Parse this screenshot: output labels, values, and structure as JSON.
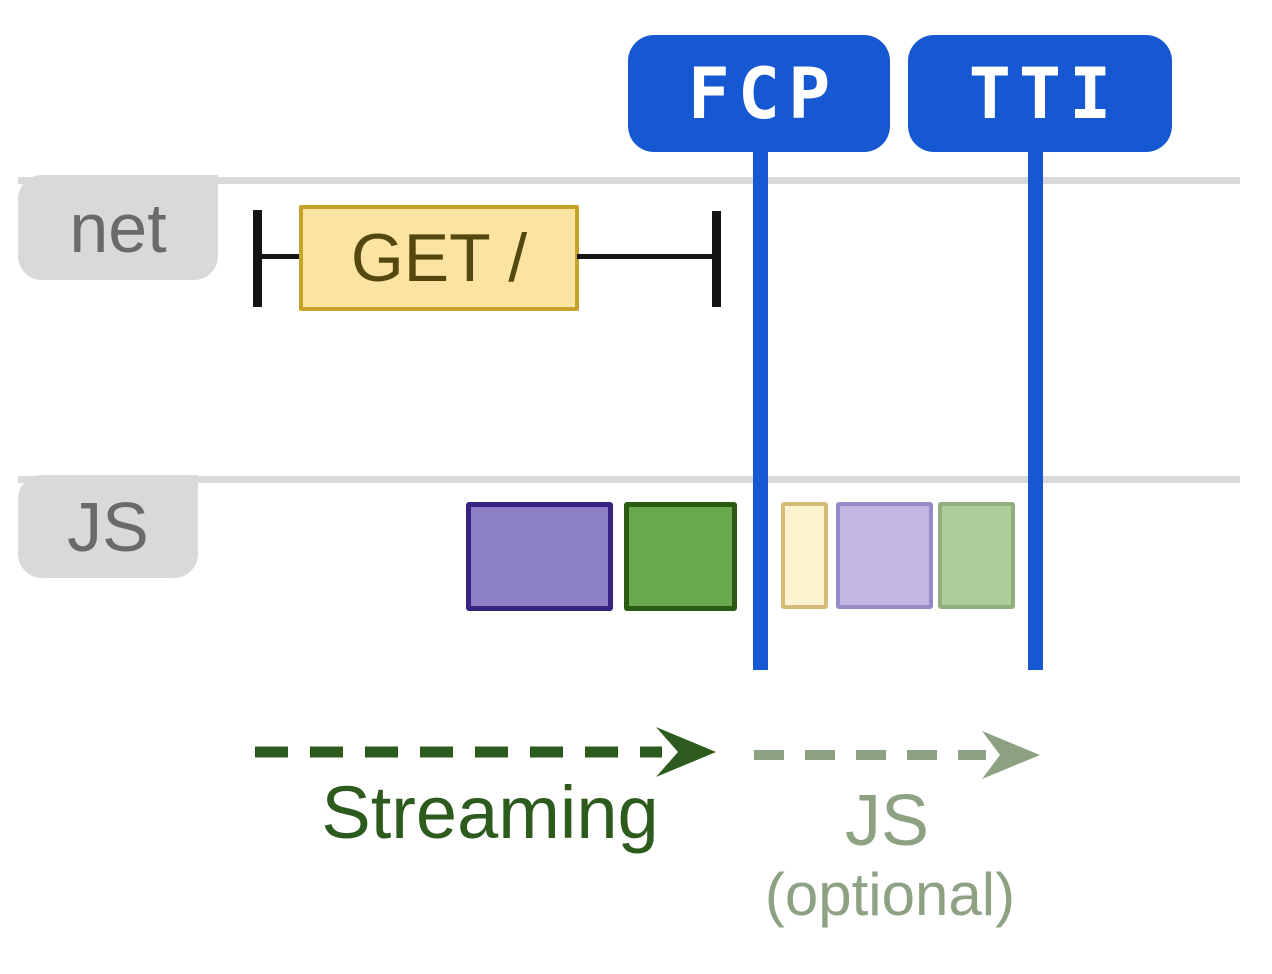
{
  "diagram": {
    "badges": [
      {
        "id": "fcp",
        "label": "FCP"
      },
      {
        "id": "tti",
        "label": "TTI"
      }
    ],
    "lanes": [
      {
        "id": "net",
        "label": "net"
      },
      {
        "id": "js",
        "label": "JS"
      }
    ],
    "network_request": {
      "label": "GET /"
    },
    "js_blocks": [
      {
        "name": "js-chunk-1",
        "appearance": "solid",
        "fill": "#8d80c6",
        "border": "#372480"
      },
      {
        "name": "js-chunk-2",
        "appearance": "solid",
        "fill": "#6aa84f",
        "border": "#2b5a12"
      },
      {
        "name": "js-chunk-3",
        "appearance": "faded",
        "fill": "#fdf3d0",
        "border": "#d5bb78"
      },
      {
        "name": "js-chunk-4",
        "appearance": "faded",
        "fill": "#c1b7e2",
        "border": "#968ac9"
      },
      {
        "name": "js-chunk-5",
        "appearance": "faded",
        "fill": "#adce98",
        "border": "#90ae7f"
      }
    ],
    "annotations": {
      "streaming": "Streaming",
      "js": "JS",
      "optional": "(optional)"
    }
  },
  "colors": {
    "badge-blue": "#1658d2",
    "badge-text": "#ffffff",
    "lane-gray": "#d9d9d9",
    "lane-label-text": "#6a6a6a",
    "interval-black": "#141414",
    "request-fill": "#fbe3a2",
    "request-border": "#c7a22b",
    "request-text": "#54470f",
    "streaming-green": "#2d5a1d",
    "optional-green": "#8ca282"
  }
}
